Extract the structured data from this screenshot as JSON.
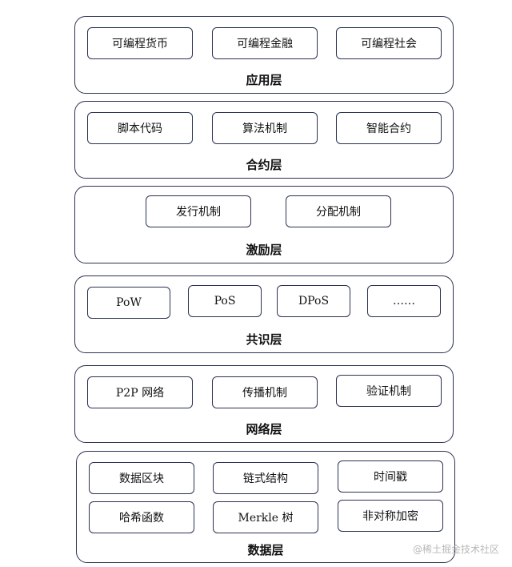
{
  "layers": [
    {
      "title": "应用层",
      "items": [
        "可编程货币",
        "可编程金融",
        "可编程社会"
      ]
    },
    {
      "title": "合约层",
      "items": [
        "脚本代码",
        "算法机制",
        "智能合约"
      ]
    },
    {
      "title": "激励层",
      "items": [
        "发行机制",
        "分配机制"
      ]
    },
    {
      "title": "共识层",
      "items": [
        "PoW",
        "PoS",
        "DPoS",
        "……"
      ]
    },
    {
      "title": "网络层",
      "items": [
        "P2P 网络",
        "传播机制",
        "验证机制"
      ]
    },
    {
      "title": "数据层",
      "items": [
        "数据区块",
        "链式结构",
        "时间戳",
        "哈希函数",
        "Merkle 树",
        "非对称加密"
      ]
    }
  ],
  "watermark": "@稀土掘金技术社区"
}
